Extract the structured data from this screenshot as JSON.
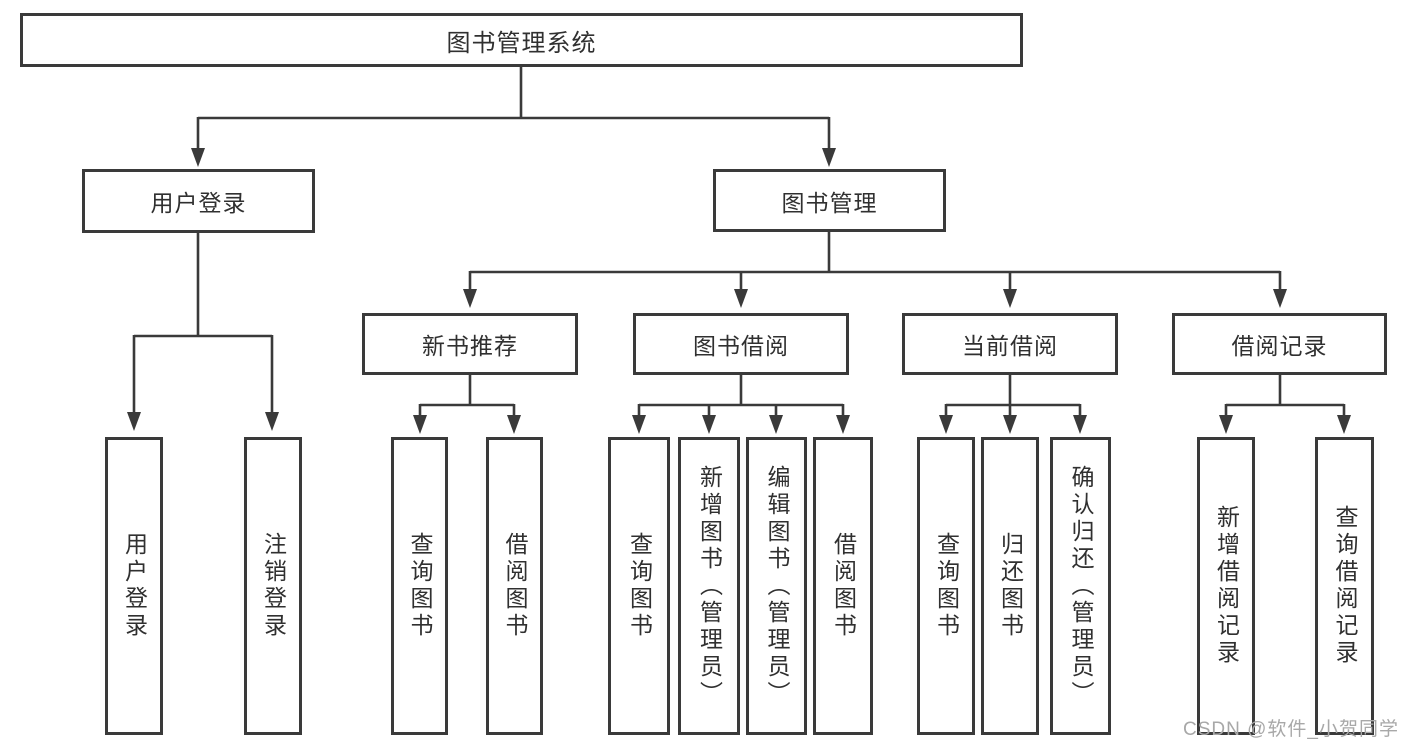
{
  "diagram_title": "图书管理系统",
  "colors": {
    "line": "#3a3a3a",
    "box_border": "#3a3a3a",
    "text": "#303030",
    "background": "#ffffff",
    "watermark": "#a8a8a8"
  },
  "tree": {
    "label": "图书管理系统",
    "children": [
      {
        "label": "用户登录",
        "children": [
          {
            "label": "用户登录"
          },
          {
            "label": "注销登录"
          }
        ]
      },
      {
        "label": "图书管理",
        "children": [
          {
            "label": "新书推荐",
            "children": [
              {
                "label": "查询图书"
              },
              {
                "label": "借阅图书"
              }
            ]
          },
          {
            "label": "图书借阅",
            "children": [
              {
                "label": "查询图书"
              },
              {
                "label": "新增图书（管理员）"
              },
              {
                "label": "编辑图书（管理员）"
              },
              {
                "label": "借阅图书"
              }
            ]
          },
          {
            "label": "当前借阅",
            "children": [
              {
                "label": "查询图书"
              },
              {
                "label": "归还图书"
              },
              {
                "label": "确认归还（管理员）"
              }
            ]
          },
          {
            "label": "借阅记录",
            "children": [
              {
                "label": "新增借阅记录"
              },
              {
                "label": "查询借阅记录"
              }
            ]
          }
        ]
      }
    ]
  },
  "watermark": "CSDN @软件_小贺同学"
}
